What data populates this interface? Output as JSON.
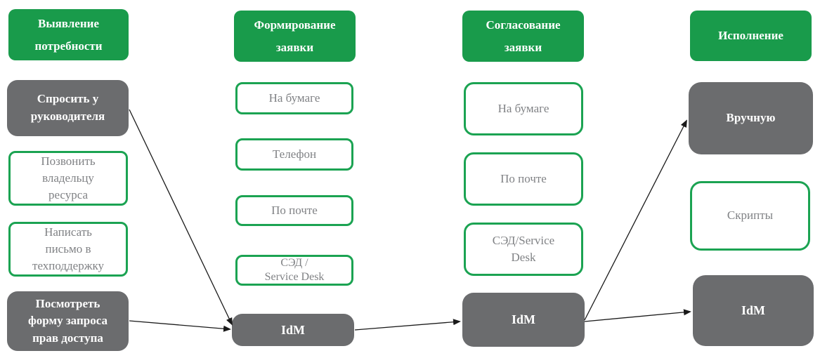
{
  "title": "Access rights request process diagram",
  "colors": {
    "stage_green": "#199b4b",
    "outline_green": "#1ba352",
    "node_gray": "#6b6c6e",
    "outline_text_gray": "#808285",
    "arrow_black": "#1a1a1a",
    "text_white": "#ffffff"
  },
  "columns": [
    {
      "header": "Выявление\nпотребности",
      "items": [
        {
          "label": "Спросить у\nруководителя",
          "variant": "gray"
        },
        {
          "label": "Позвонить\nвладельцу\nресурса",
          "variant": "outline"
        },
        {
          "label": "Написать\nписьмо в\nтехподдержку",
          "variant": "outline"
        },
        {
          "label": "Посмотреть\nформу запроса\nправ доступа",
          "variant": "gray"
        }
      ]
    },
    {
      "header": "Формирование\nзаявки",
      "items": [
        {
          "label": "На бумаге",
          "variant": "outline"
        },
        {
          "label": "Телефон",
          "variant": "outline"
        },
        {
          "label": "По почте",
          "variant": "outline"
        },
        {
          "label": "СЭД /\nService Desk",
          "variant": "outline"
        },
        {
          "label": "IdM",
          "variant": "gray"
        }
      ]
    },
    {
      "header": "Согласование\nзаявки",
      "items": [
        {
          "label": "На бумаге",
          "variant": "outline"
        },
        {
          "label": "По почте",
          "variant": "outline"
        },
        {
          "label": "СЭД/Service\nDesk",
          "variant": "outline"
        },
        {
          "label": "IdM",
          "variant": "gray"
        }
      ]
    },
    {
      "header": "Исполнение",
      "items": [
        {
          "label": "Вручную",
          "variant": "gray"
        },
        {
          "label": "Скрипты",
          "variant": "outline"
        },
        {
          "label": "IdM",
          "variant": "gray"
        }
      ]
    }
  ],
  "edges": [
    {
      "from": "Спросить у руководителя",
      "to": "IdM (Формирование заявки)"
    },
    {
      "from": "Посмотреть форму запроса прав доступа",
      "to": "IdM (Формирование заявки)"
    },
    {
      "from": "IdM (Формирование заявки)",
      "to": "IdM (Согласование заявки)"
    },
    {
      "from": "IdM (Согласование заявки)",
      "to": "Вручную"
    },
    {
      "from": "IdM (Согласование заявки)",
      "to": "IdM (Исполнение)"
    }
  ]
}
